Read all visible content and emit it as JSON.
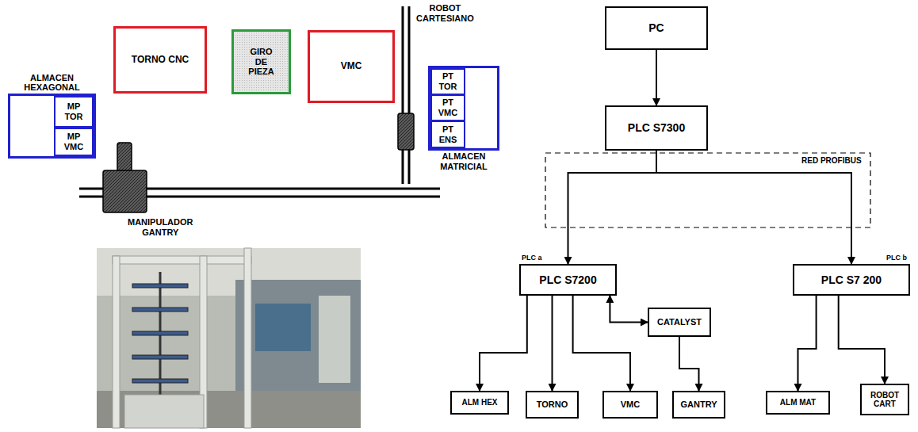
{
  "diagram": {
    "nodes": [
      {
        "text": [
          "ALMACEN HEXAGONAL"
        ]
      },
      {
        "text": [
          "MP TOR"
        ],
        "in": 0
      },
      {
        "text": [
          "MP VMC"
        ],
        "in": 0
      },
      {
        "text": [
          "TORNO CNC"
        ]
      },
      {
        "text": [
          "GIRO DE PIEZA"
        ]
      },
      {
        "text": [
          "VMC"
        ]
      },
      {
        "text": [
          "ALMACEN MATRICIAL"
        ]
      },
      {
        "text": [
          "PT TOR"
        ],
        "in": 6
      },
      {
        "text": [
          "PT VMC"
        ],
        "in": 6
      },
      {
        "text": [
          "PT ENS"
        ],
        "in": 6
      },
      {
        "text": [
          "PC"
        ]
      },
      {
        "text": [
          "PLC S7300"
        ]
      },
      {
        "text": [
          "PLC S7200"
        ]
      },
      {
        "text": [
          "PLC S7 200"
        ]
      },
      {
        "text": [
          "CATALYST"
        ]
      },
      {
        "text": [
          "ALM HEX"
        ]
      },
      {
        "text": [
          "TORNO"
        ]
      },
      {
        "text": [
          "VMC"
        ]
      },
      {
        "text": [
          "GANTRY"
        ]
      },
      {
        "text": [
          "ALM MAT"
        ]
      },
      {
        "text": [
          "ROBOT CART"
        ]
      }
    ],
    "edges": [
      {
        "from": 10,
        "to": 11,
        "arrow": "to"
      },
      {
        "from": 11,
        "to": 12,
        "arrow": "to"
      },
      {
        "from": 11,
        "to": 13,
        "arrow": "to"
      },
      {
        "from": 12,
        "to": 15,
        "arrow": "to"
      },
      {
        "from": 12,
        "to": 16,
        "arrow": "to"
      },
      {
        "from": 12,
        "to": 17,
        "arrow": "to"
      },
      {
        "from": 12,
        "to": 14,
        "arrow": "both"
      },
      {
        "from": 14,
        "to": 18,
        "arrow": "to"
      },
      {
        "from": 13,
        "to": 19,
        "arrow": "to"
      },
      {
        "from": 13,
        "to": 20,
        "arrow": "to"
      }
    ],
    "labels": [
      "ROBOT CARTESIANO",
      "MANIPULADOR GANTRY",
      "RED PROFIBUS",
      "PLC a",
      "PLC b"
    ]
  }
}
